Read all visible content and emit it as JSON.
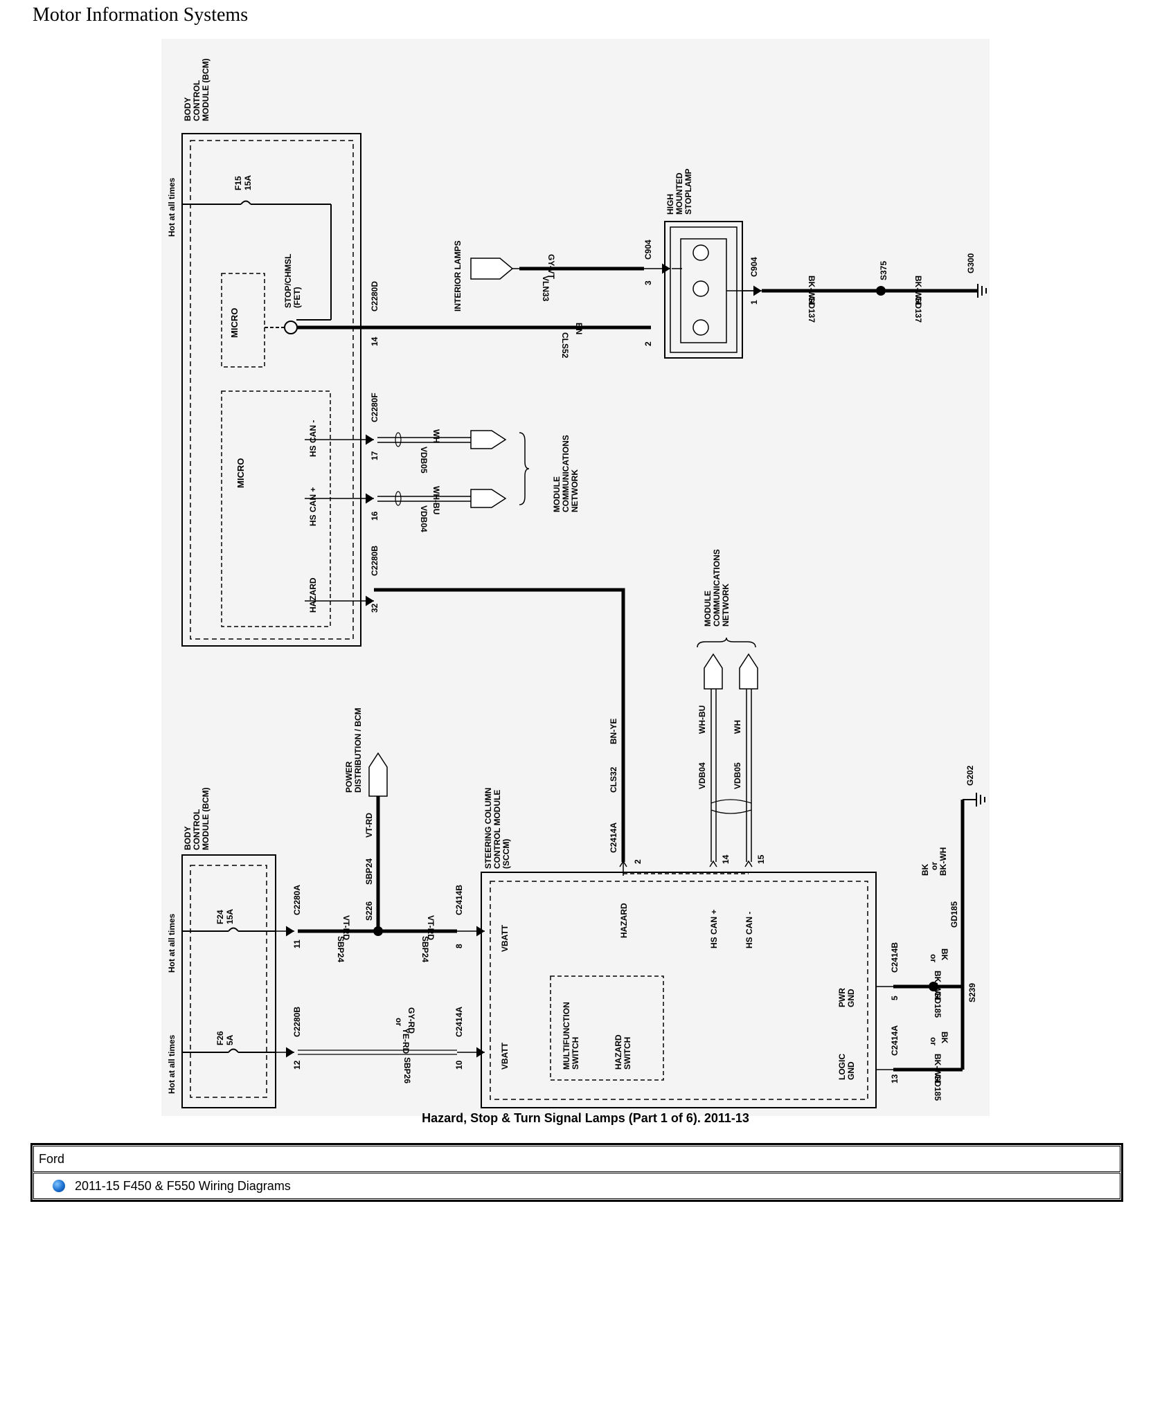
{
  "page_header": "Motor Information Systems",
  "caption": "Hazard, Stop & Turn Signal Lamps (Part 1 of 6). 2011-13",
  "footer": {
    "make": "Ford",
    "title": "2011-15 F450 & F550 Wiring Diagrams",
    "title_icon": "globe-icon"
  },
  "diagram": {
    "bcm_top": {
      "name_line1": "BODY",
      "name_line2": "CONTROL",
      "name_line3": "MODULE (BCM)",
      "hot_label": "Hot at all times",
      "fuse_id": "F15",
      "fuse_rating": "15A",
      "micro_top": "MICRO",
      "stop_label_1": "STOP/CHMSL",
      "stop_label_2": "(FET)",
      "micro_mid": "MICRO",
      "hs_can_minus": "HS CAN -",
      "hs_can_plus": "HS CAN +",
      "hazard": "HAZARD",
      "conn_d": "C2280D",
      "pin_14": "14",
      "conn_f": "C2280F",
      "pin_17": "17",
      "pin_16": "16",
      "conn_b": "C2280B",
      "pin_32": "32"
    },
    "chmsl": {
      "name_line1": "HIGH",
      "name_line2": "MOUNTED",
      "name_line3": "STOPLAMP",
      "interior_lamps": "INTERIOR LAMPS",
      "wire_gy_vt": "GY-VT",
      "circuit_vln33": "VLN33",
      "conn_c904_left": "C904",
      "pin_3": "3",
      "wire_bn": "BN",
      "circuit_cls52": "CLS52",
      "pin_2": "2",
      "conn_c904_right": "C904",
      "pin_1": "1",
      "wire_bk_wh_1": "BK-WH",
      "circuit_gd137_1": "GD137",
      "splice_s375": "S375",
      "wire_bk_wh_2": "BK-WH",
      "circuit_gd137_2": "GD137",
      "ground_g300": "G300"
    },
    "network_top": {
      "wire_wh": "WH",
      "circuit_vdb05": "VDB05",
      "wire_wh_bu": "WH-BU",
      "circuit_vdb04": "VDB04",
      "label_line1": "MODULE",
      "label_line2": "COMMUNICATIONS",
      "label_line3": "NETWORK"
    },
    "hazard_wire": {
      "circuit": "CLS32",
      "color": "BN-YE",
      "conn": "C2414A",
      "pin": "2"
    },
    "network_right": {
      "label_line1": "MODULE",
      "label_line2": "COMMUNICATIONS",
      "label_line3": "NETWORK",
      "circuit_vdb04": "VDB04",
      "wire_wh_bu": "WH-BU",
      "circuit_vdb05": "VDB05",
      "wire_wh": "WH",
      "pin_14": "14",
      "pin_15": "15"
    },
    "bcm_bottom": {
      "name_line1": "BODY",
      "name_line2": "CONTROL",
      "name_line3": "MODULE (BCM)",
      "hot_label_1": "Hot at all times",
      "hot_label_2": "Hot at all times",
      "fuse_f24": "F24",
      "fuse_f24_rating": "15A",
      "fuse_f26": "F26",
      "fuse_f26_rating": "5A",
      "conn_c2280a": "C2280A",
      "pin_11": "11",
      "conn_c2280b": "C2280B",
      "pin_12": "12"
    },
    "power_dist": {
      "label_line1": "POWER",
      "label_line2": "DISTRIBUTION / BCM",
      "wire_vt_rd": "VT-RD",
      "circuit_sbp24": "SBP24",
      "splice_s226": "S226",
      "wire_vt_rd_left": "VT-RD",
      "circuit_sbp24_left": "SBP24",
      "wire_vt_rd_right": "VT-RD",
      "circuit_sbp24_right": "SBP24",
      "conn_c2414b": "C2414B",
      "pin_8": "8",
      "wire_ye_rd": "YE-RD",
      "wire_or": "or",
      "wire_gy_rd": "GY-RD",
      "circuit_sbp26": "SBP26",
      "conn_c2414a": "C2414A",
      "pin_10": "10"
    },
    "sccm": {
      "name_line1": "STEERING COLUMN",
      "name_line2": "CONTROL MODULE",
      "name_line3": "(SCCM)",
      "vbatt_1": "VBATT",
      "vbatt_2": "VBATT",
      "hazard": "HAZARD",
      "hs_can_plus": "HS CAN +",
      "hs_can_minus": "HS CAN -",
      "multifunction_1": "MULTIFUNCTION",
      "multifunction_2": "SWITCH",
      "hazard_switch_1": "HAZARD",
      "hazard_switch_2": "SWITCH",
      "pwr_gnd_1": "PWR",
      "pwr_gnd_2": "GND",
      "logic_gnd_1": "LOGIC",
      "logic_gnd_2": "GND"
    },
    "ground": {
      "conn_c2414b": "C2414B",
      "pin_5": "5",
      "wire_bk": "BK",
      "wire_or": "or",
      "wire_bk_wh": "BK-WH",
      "circuit_gd185": "GD185",
      "splice_s239": "S239",
      "conn_c2414a": "C2414A",
      "pin_13": "13",
      "wire_bk_2": "BK",
      "wire_or_2": "or",
      "wire_bk_wh_2": "BK-WH",
      "circuit_gd185_2": "GD185",
      "vertical_bk": "BK",
      "vertical_or": "or",
      "vertical_bk_wh": "BK-WH",
      "vertical_gd185": "GD185",
      "ground_g202": "G202"
    }
  }
}
